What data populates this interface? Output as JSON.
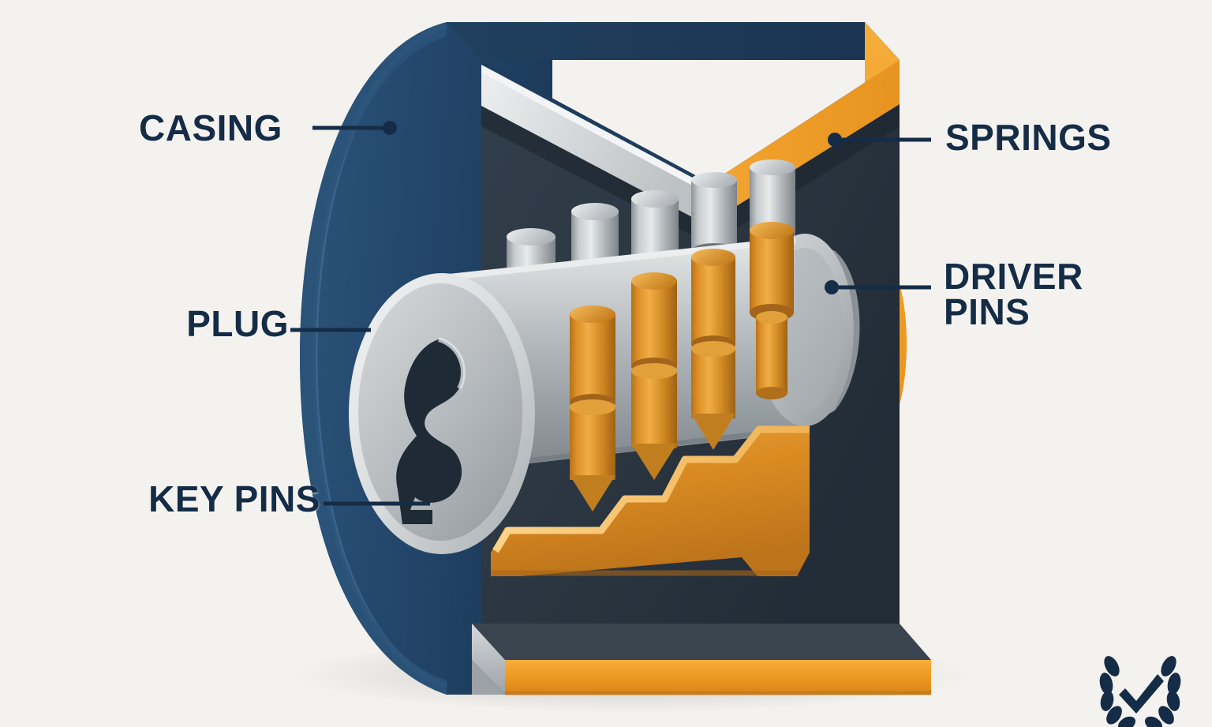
{
  "diagram": {
    "subject": "pin-tumbler-lock-cutaway",
    "background_color": "#F4F2EE",
    "label_color": "#152C47",
    "accent_orange": "#EF9A21",
    "casing_blue": "#23496E",
    "chamber_dark": "#2B3642",
    "steel_light": "#C9CCCE",
    "labels": {
      "casing": "CASING",
      "plug": "PLUG",
      "key_pins": "KEY PINS",
      "springs": "SPRINGS",
      "driver_pins": "DRIVER\nPINS"
    },
    "components": {
      "spring_count": 5,
      "driver_pin_count": 5,
      "key_pin_count": 4
    },
    "watermark": {
      "name": "laurel-wreath-check-logo",
      "color": "#152C47"
    }
  }
}
